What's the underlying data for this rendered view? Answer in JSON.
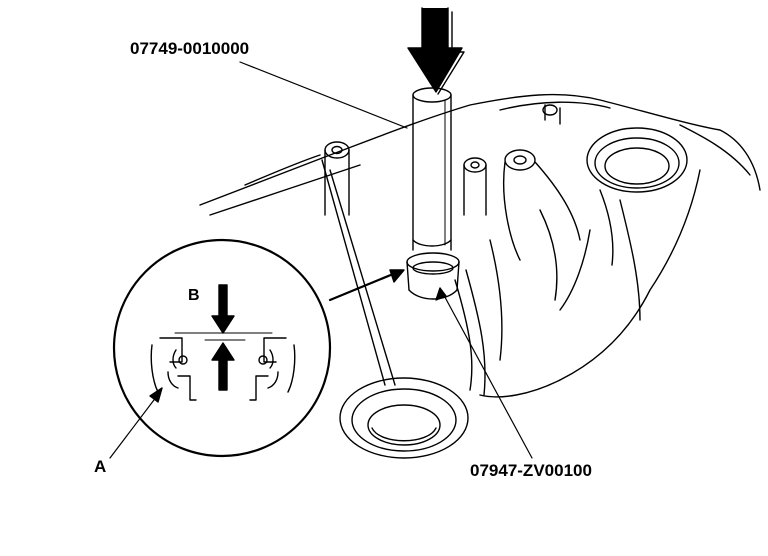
{
  "callouts": {
    "tool_top": "07749-0010000",
    "tool_bottom": "07947-ZV00100",
    "label_a": "A",
    "label_b": "B"
  },
  "colors": {
    "ink": "#000000",
    "paper": "#ffffff"
  }
}
